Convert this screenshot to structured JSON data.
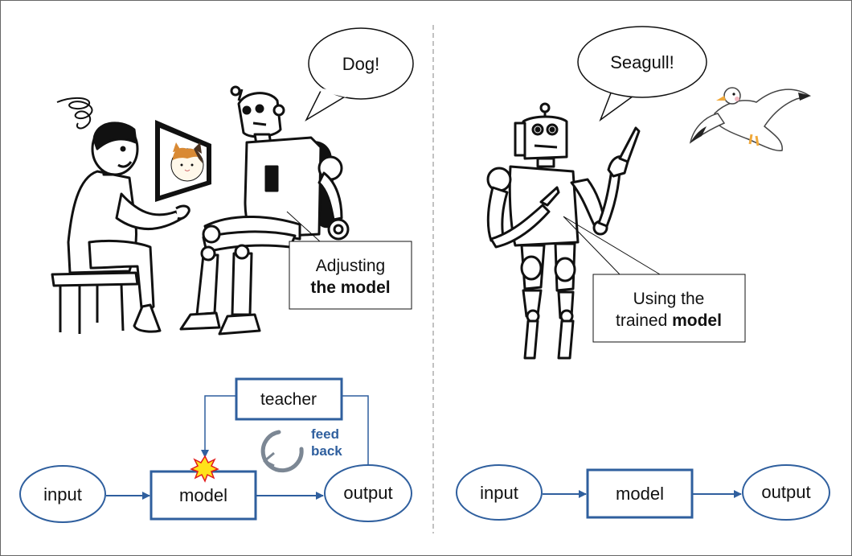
{
  "left_panel": {
    "speech": "Dog!",
    "callout_line1": "Adjusting",
    "callout_line2": "the model",
    "diagram": {
      "input": "input",
      "model": "model",
      "output": "output",
      "teacher": "teacher",
      "feedback_line1": "feed",
      "feedback_line2": "back"
    }
  },
  "right_panel": {
    "speech": "Seagull!",
    "callout_line1": "Using the",
    "callout_line2_prefix": "trained ",
    "callout_line2_bold": "model",
    "diagram": {
      "input": "input",
      "model": "model",
      "output": "output"
    }
  },
  "colors": {
    "diagram_blue": "#2f5f9e",
    "feedback_gray": "#7c8794",
    "burst_yellow": "#ffe21a",
    "burst_red": "#e21b1b"
  }
}
